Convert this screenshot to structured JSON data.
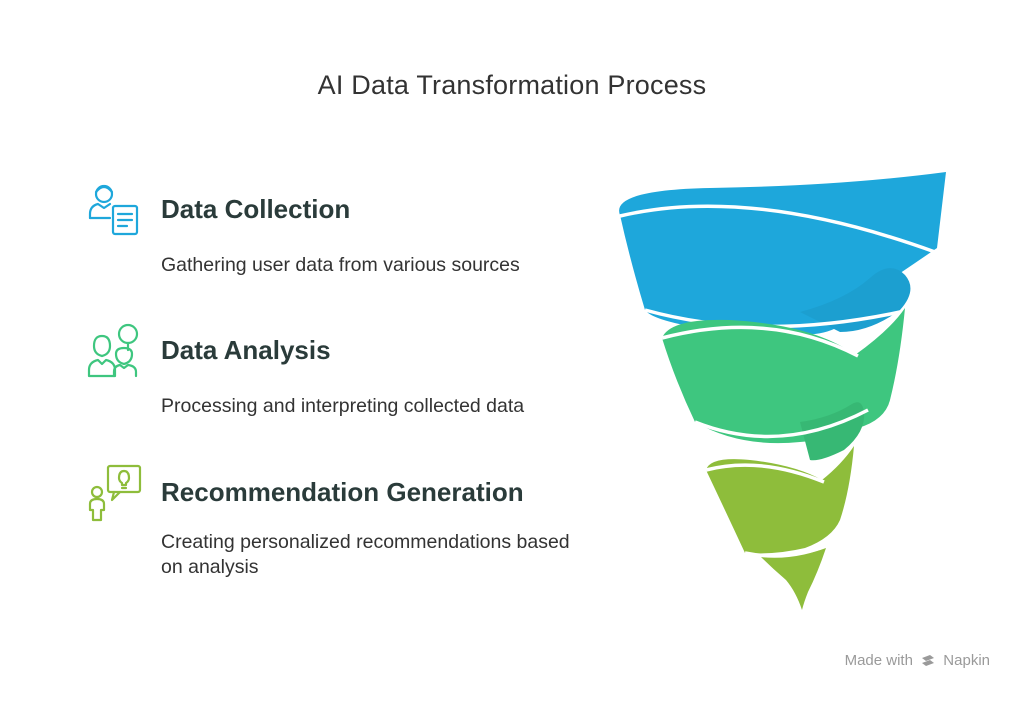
{
  "title": "AI Data Transformation Process",
  "steps": [
    {
      "title": "Data Collection",
      "description": "Gathering user data from various sources",
      "icon": "user-document-icon",
      "color": "#1ea7db"
    },
    {
      "title": "Data Analysis",
      "description": "Processing and interpreting collected data",
      "icon": "users-analysis-icon",
      "color": "#3ec67f"
    },
    {
      "title": "Recommendation Generation",
      "description": "Creating personalized recommendations based on analysis",
      "icon": "person-idea-icon",
      "color": "#8ebd3b"
    }
  ],
  "watermark": {
    "prefix": "Made with",
    "brand": "Napkin"
  }
}
